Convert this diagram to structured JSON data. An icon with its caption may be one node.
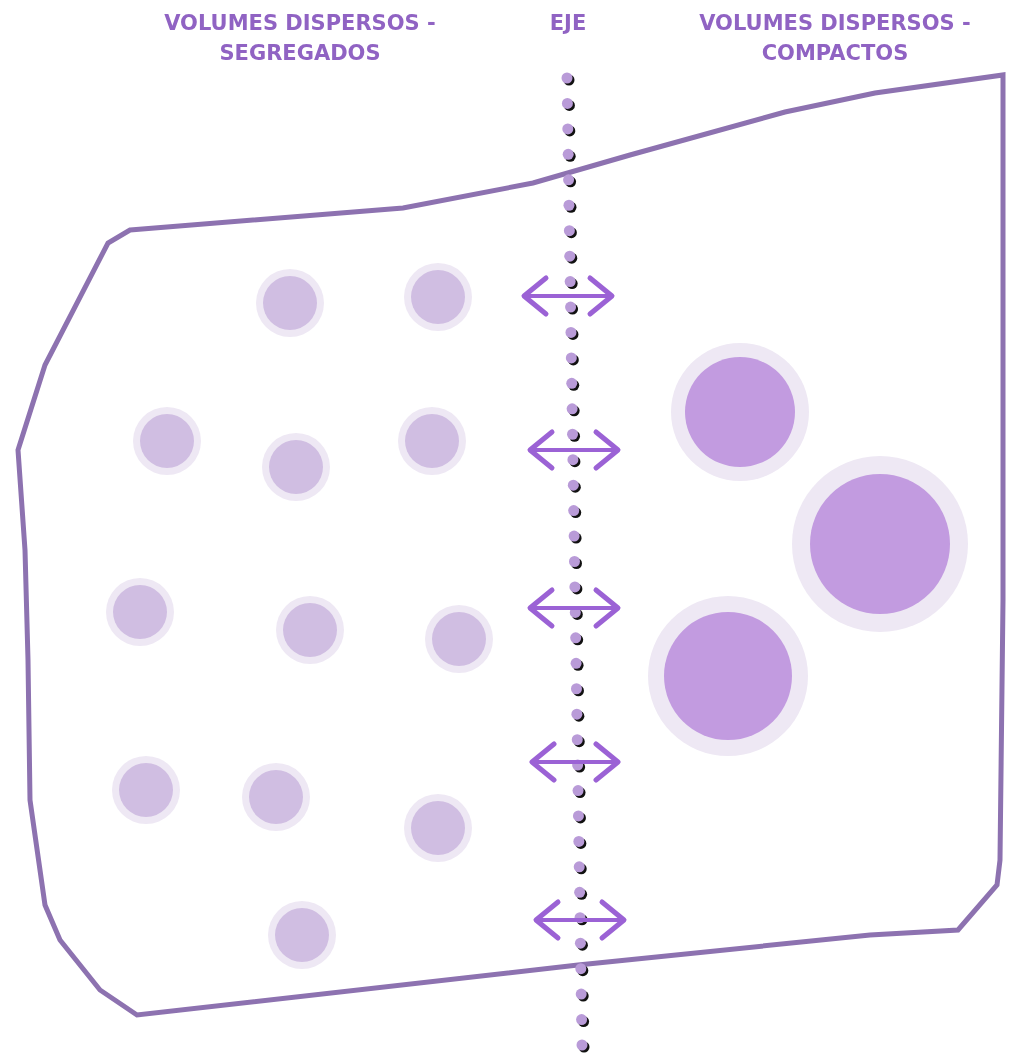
{
  "diagram": {
    "labels": [
      "VOLUMES DISPERSOS - SEGREGADOS",
      "EJE",
      "VOLUMES DISPERSOS - COMPACTOS"
    ]
  }
}
